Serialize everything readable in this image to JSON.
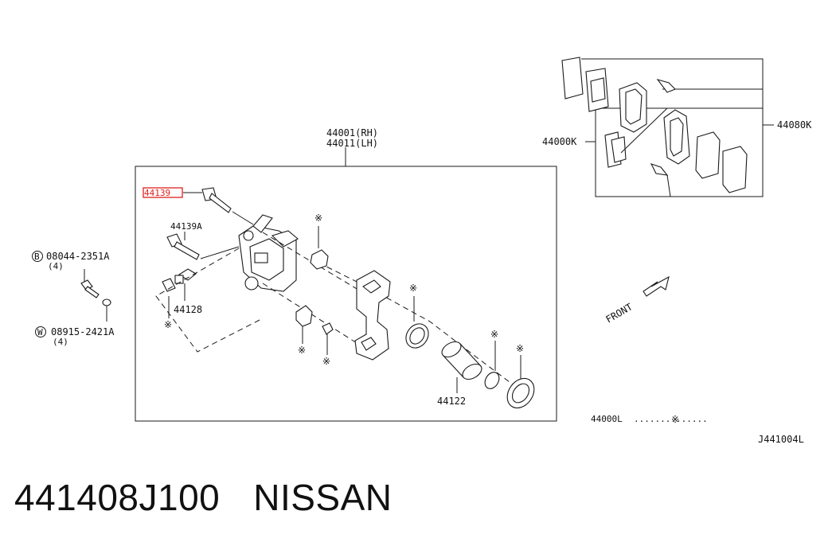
{
  "labels": {
    "caliper_rh": "44001(RH)",
    "caliper_lh": "44011(LH)",
    "bolt_highlight": "44139",
    "bolt_a": "44139A",
    "bleeder": "44128",
    "bolt_b_code": "08044-2351A",
    "bolt_b_prefix": "B",
    "bolt_b_qty": "(4)",
    "washer_code": "08915-2421A",
    "washer_prefix": "W",
    "washer_qty": "(4)",
    "piston": "44122",
    "pad_kit_k": "44000K",
    "pad_kit": "44080K",
    "front": "FRONT",
    "kit_l": "44000L",
    "kit_l_dots": "..............",
    "star": "※",
    "diagram_id": "J441004L"
  },
  "footer": {
    "part_number": "441408J100",
    "brand": "NISSAN"
  },
  "colors": {
    "highlight": "#e0201c",
    "line": "#1a1a1a"
  }
}
